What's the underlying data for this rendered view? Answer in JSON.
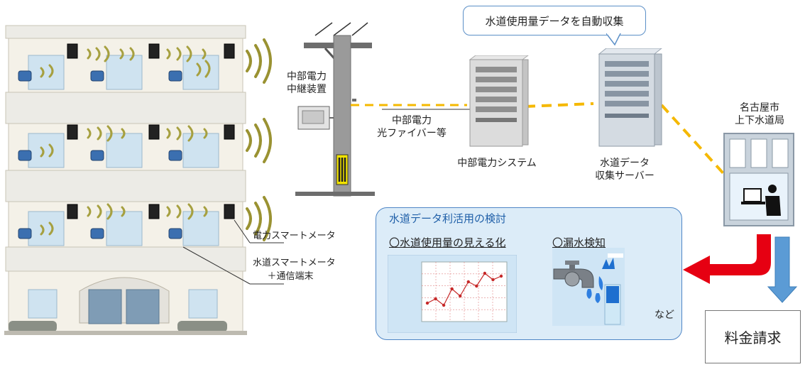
{
  "callout_text": "水道使用量データを自動収集",
  "pole_label": [
    "中部電力",
    "中継装置"
  ],
  "fiber_label": [
    "中部電力",
    "光ファイバー等"
  ],
  "system_label": "中部電力システム",
  "server_label": [
    "水道データ",
    "収集サーバー"
  ],
  "bureau_label": [
    "名古屋市",
    "上下水道局"
  ],
  "meter_labels": {
    "electric": "電力スマートメータ",
    "water": [
      "水道スマートメータ",
      "＋通信端末"
    ]
  },
  "panel": {
    "title": "水道データ利活用の検討",
    "visualize": "〇水道使用量の見える化",
    "leak": "〇漏水検知",
    "etc": "など",
    "chart_values": [
      20,
      26,
      17,
      40,
      30,
      50,
      44,
      62,
      53,
      58
    ]
  },
  "billing": "料金請求",
  "colors": {
    "fiber": "#f5b800",
    "arrow_red": "#e60012",
    "arrow_blue": "#5b9bd5",
    "panel_bg": "#dcecf8"
  }
}
